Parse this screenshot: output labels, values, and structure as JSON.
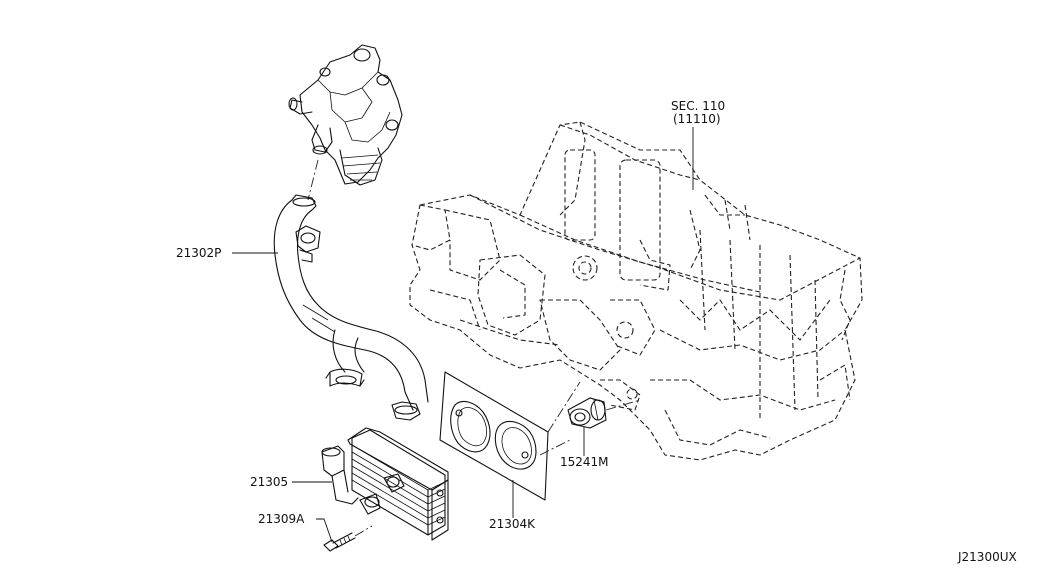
{
  "diagram": {
    "section_ref": "SEC. 110",
    "section_sub": "(11110)",
    "diagram_code": "J21300UX",
    "parts": [
      {
        "id": "hose",
        "label": "21302P"
      },
      {
        "id": "oil_cooler",
        "label": "21305"
      },
      {
        "id": "bolt",
        "label": "21309A"
      },
      {
        "id": "gasket",
        "label": "21304K"
      },
      {
        "id": "connector",
        "label": "15241M"
      }
    ]
  }
}
